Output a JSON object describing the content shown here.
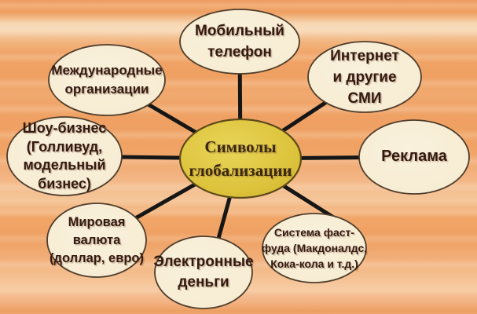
{
  "slide": {
    "type": "radial-diagram",
    "center": {
      "label": "Символы\nглобализации"
    },
    "nodes": [
      {
        "id": "mobile-phone",
        "label": "Мобильный\nтелефон"
      },
      {
        "id": "internet-media",
        "label": "Интернет\nи другие\nСМИ"
      },
      {
        "id": "advertising",
        "label": "Реклама"
      },
      {
        "id": "fast-food",
        "label": "Система фаст-\nфуда (Макдоналдс,\nКока-кола и т.д.)"
      },
      {
        "id": "electronic-money",
        "label": "Электронные\nденьги"
      },
      {
        "id": "world-currency",
        "label": "Мировая\nвалюта\n(доллар, евро)"
      },
      {
        "id": "show-business",
        "label": "Шоу-бизнес\n(Голливуд,\nмодельный\nбизнес)"
      },
      {
        "id": "international-organizations",
        "label": "Международные\nорганизации"
      }
    ],
    "colors": {
      "background_orange": "#f0a164",
      "background_light_band": "#f8dbb9",
      "node_fill": "#f7edd4",
      "node_border": "#4f3d2c",
      "center_fill": "#ddc23c",
      "center_border": "#5d4a1a",
      "connector_line": "#161616",
      "node_text": "#33190f",
      "center_text": "#3a2710"
    }
  }
}
